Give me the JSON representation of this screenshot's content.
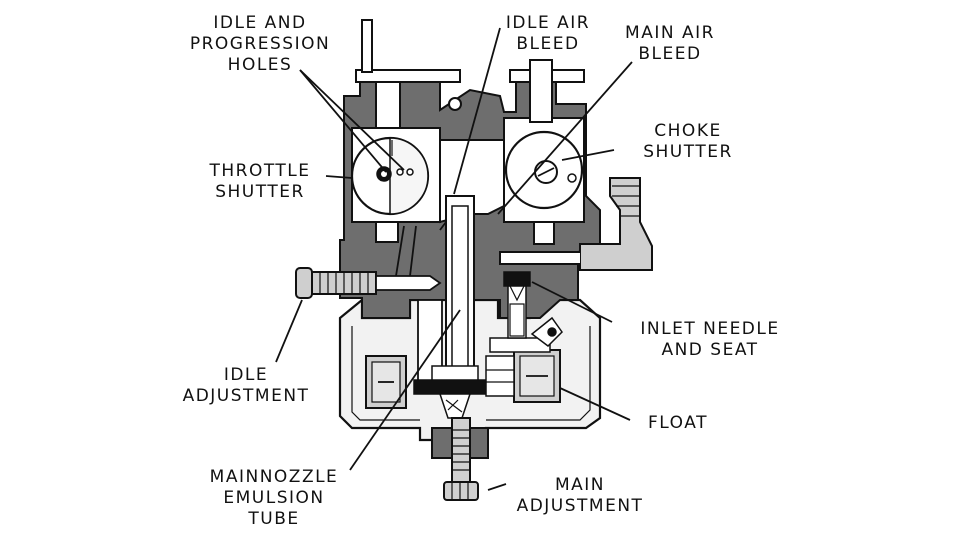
{
  "colors": {
    "body": "#6e6e6e",
    "float_bowl": "#f2f2f2",
    "parts_light": "#cfcfcf",
    "ink": "#111111",
    "background": "#ffffff"
  },
  "labels": {
    "idle_progression": [
      "IDLE AND",
      "PROGRESSION",
      "HOLES"
    ],
    "idle_air_bleed": [
      "IDLE AIR",
      "BLEED"
    ],
    "main_air_bleed": [
      "MAIN AIR",
      "BLEED"
    ],
    "choke_shutter": [
      "CHOKE",
      "SHUTTER"
    ],
    "throttle_shutter": [
      "THROTTLE",
      "SHUTTER"
    ],
    "inlet_needle": [
      "INLET NEEDLE",
      "AND SEAT"
    ],
    "idle_adjustment": [
      "IDLE",
      "ADJUSTMENT"
    ],
    "float": [
      "FLOAT"
    ],
    "main_nozzle": [
      "MAINNOZZLE",
      "EMULSION",
      "TUBE"
    ],
    "main_adjustment": [
      "MAIN",
      "ADJUSTMENT"
    ]
  }
}
